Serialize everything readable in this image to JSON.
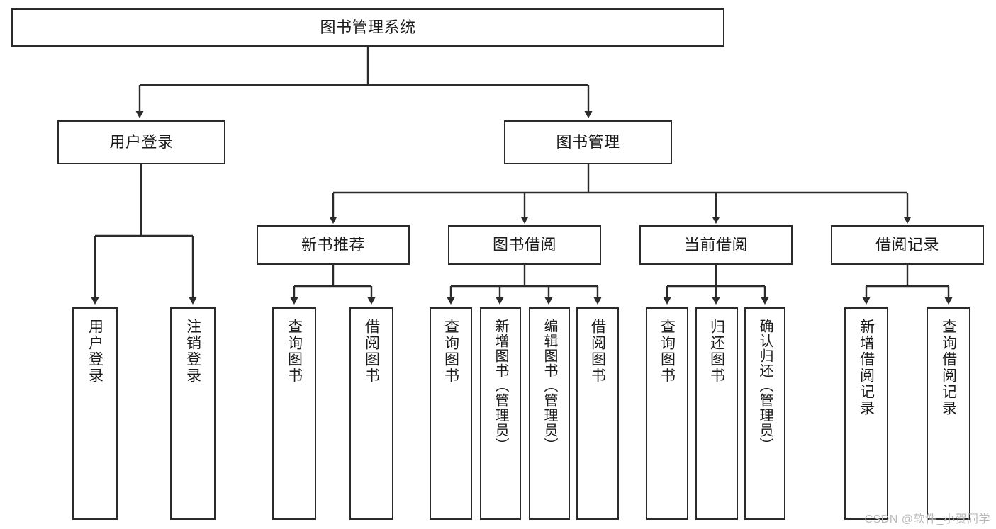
{
  "diagram": {
    "title": "图书管理系统",
    "type": "tree",
    "stroke_color": "#2b2b2b",
    "fill_color": "#ffffff",
    "text_color": "#1b1b1b",
    "watermark": "CSDN @软件_小贺同学"
  },
  "nodes": {
    "root": {
      "label": "图书管理系统"
    },
    "level1": [
      {
        "id": "user-login",
        "label": "用户登录"
      },
      {
        "id": "book-management",
        "label": "图书管理"
      }
    ],
    "level2": [
      {
        "id": "new-book-recommend",
        "label": "新书推荐"
      },
      {
        "id": "book-borrow",
        "label": "图书借阅"
      },
      {
        "id": "current-borrow",
        "label": "当前借阅"
      },
      {
        "id": "borrow-record",
        "label": "借阅记录"
      }
    ],
    "leaves": {
      "user_login": [
        {
          "id": "leaf-user-login",
          "label": "用户登录"
        },
        {
          "id": "leaf-logout",
          "label": "注销登录"
        }
      ],
      "new_book_recommend": [
        {
          "id": "leaf-query-book-1",
          "label": "查询图书"
        },
        {
          "id": "leaf-borrow-book-1",
          "label": "借阅图书"
        }
      ],
      "book_borrow": [
        {
          "id": "leaf-query-book-2",
          "label": "查询图书"
        },
        {
          "id": "leaf-add-book",
          "label": "新增图书（管理员）"
        },
        {
          "id": "leaf-edit-book",
          "label": "编辑图书（管理员）"
        },
        {
          "id": "leaf-borrow-book-2",
          "label": "借阅图书"
        }
      ],
      "current_borrow": [
        {
          "id": "leaf-query-book-3",
          "label": "查询图书"
        },
        {
          "id": "leaf-return-book",
          "label": "归还图书"
        },
        {
          "id": "leaf-confirm-return",
          "label": "确认归还（管理员）"
        }
      ],
      "borrow_record": [
        {
          "id": "leaf-add-record",
          "label": "新增借阅记录"
        },
        {
          "id": "leaf-query-record",
          "label": "查询借阅记录"
        }
      ]
    }
  }
}
